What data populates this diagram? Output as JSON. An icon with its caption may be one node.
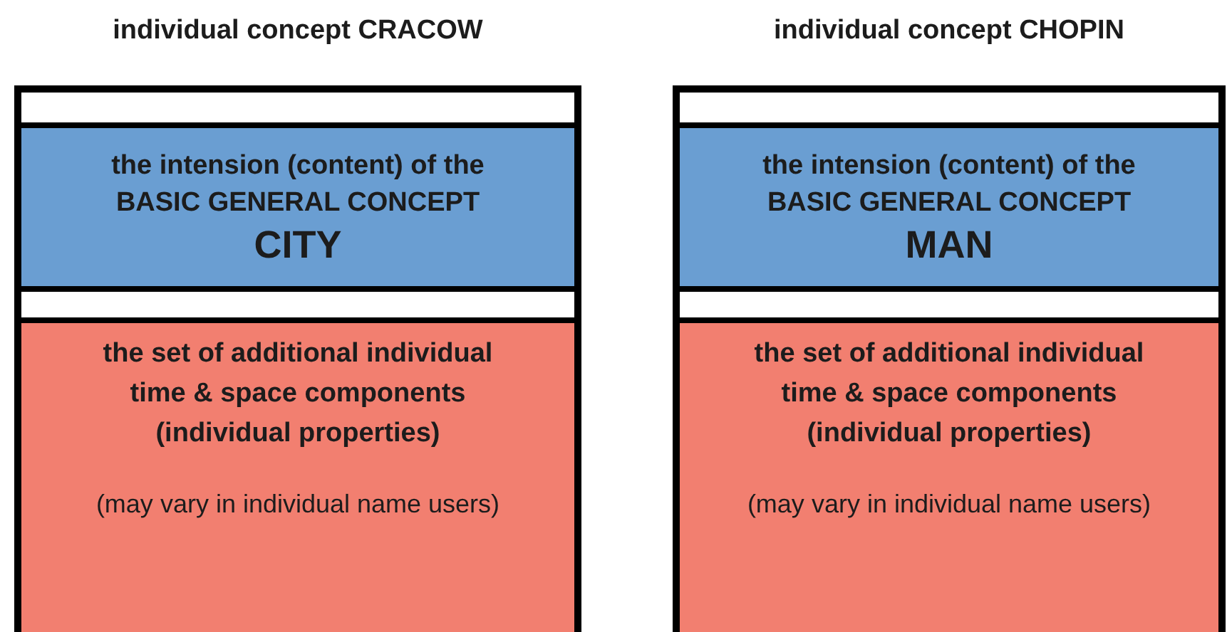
{
  "diagram": {
    "nodes": [
      {
        "text": [
          "individual concept CRACOW"
        ]
      },
      {
        "text": [],
        "shape": "box",
        "in": 0
      },
      {
        "text": [
          "the intension (content) of the BASIC GENERAL CONCEPT",
          "CITY"
        ],
        "in": 0
      },
      {
        "text": [],
        "shape": "box",
        "in": 0
      },
      {
        "text": [
          "the set of additional individual time & space components (individual properties)",
          "(may vary in individual name users)"
        ],
        "in": 0
      },
      {
        "text": [
          "individual concept CHOPIN"
        ]
      },
      {
        "text": [],
        "shape": "box",
        "in": 5
      },
      {
        "text": [
          "the intension (content) of the BASIC GENERAL CONCEPT",
          "MAN"
        ],
        "in": 5
      },
      {
        "text": [],
        "shape": "box",
        "in": 5
      },
      {
        "text": [
          "the set of additional individual time & space components (individual properties)",
          "(may vary in individual name users)"
        ],
        "in": 5
      }
    ]
  }
}
